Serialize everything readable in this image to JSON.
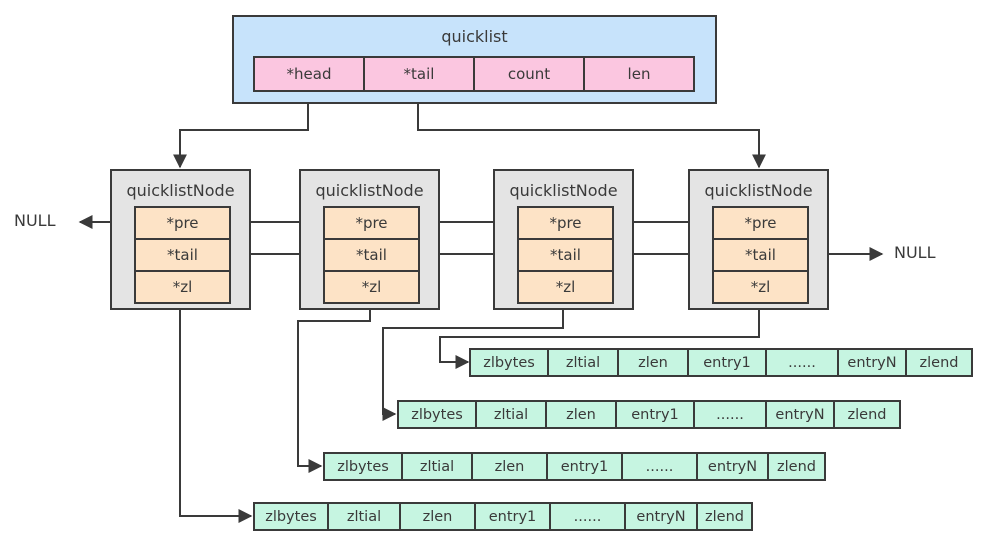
{
  "quicklist": {
    "title": "quicklist",
    "fields": [
      "*head",
      "*tail",
      "count",
      "len"
    ]
  },
  "nodes": [
    {
      "title": "quicklistNode",
      "fields": [
        "*pre",
        "*tail",
        "*zl"
      ]
    },
    {
      "title": "quicklistNode",
      "fields": [
        "*pre",
        "*tail",
        "*zl"
      ]
    },
    {
      "title": "quicklistNode",
      "fields": [
        "*pre",
        "*tail",
        "*zl"
      ]
    },
    {
      "title": "quicklistNode",
      "fields": [
        "*pre",
        "*tail",
        "*zl"
      ]
    }
  ],
  "null_left": "NULL",
  "null_right": "NULL",
  "ziplists": [
    {
      "cells": [
        "zlbytes",
        "zltial",
        "zlen",
        "entry1",
        "......",
        "entryN",
        "zlend"
      ]
    },
    {
      "cells": [
        "zlbytes",
        "zltial",
        "zlen",
        "entry1",
        "......",
        "entryN",
        "zlend"
      ]
    },
    {
      "cells": [
        "zlbytes",
        "zltial",
        "zlen",
        "entry1",
        "......",
        "entryN",
        "zlend"
      ]
    },
    {
      "cells": [
        "zlbytes",
        "zltial",
        "zlen",
        "entry1",
        "......",
        "entryN",
        "zlend"
      ]
    }
  ],
  "colors": {
    "quicklist_bg": "#c7e3fb",
    "quicklist_field_bg": "#fbc6e0",
    "node_bg": "#e4e4e4",
    "node_field_bg": "#fde3c6",
    "ziplist_bg": "#c6f5e1",
    "stroke": "#3a3a3a"
  }
}
